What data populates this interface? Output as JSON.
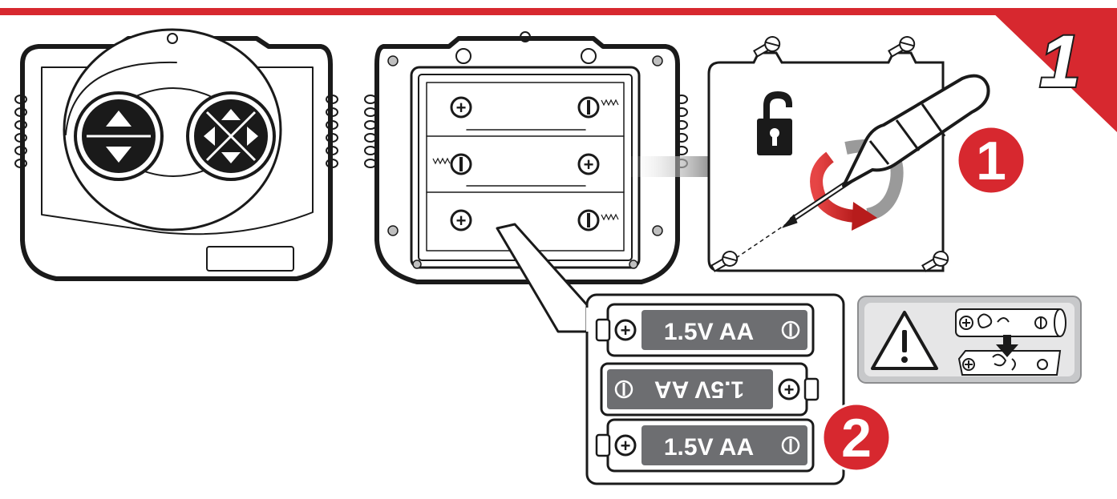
{
  "step_badge": {
    "number": "1",
    "color": "#d7282f"
  },
  "colors": {
    "accent": "#d7282f",
    "battery": "#6d6e71",
    "outline": "#1a1a1a",
    "warning_panel": "#c7c8ca"
  },
  "icons": [
    "controller-front",
    "controller-back",
    "screw-icon",
    "unlock-icon",
    "screwdriver-icon",
    "rotate-arrow-icon",
    "right-arrow-icon",
    "warning-icon",
    "battery-icon"
  ],
  "callouts": {
    "step_one": "1",
    "step_two": "2"
  },
  "compartment": {
    "rows": [
      {
        "left": "+",
        "right": "−"
      },
      {
        "left": "−",
        "right": "+"
      },
      {
        "left": "+",
        "right": "−"
      }
    ]
  },
  "batteries": [
    {
      "label": "1.5V AA",
      "plus": "+",
      "minus": "−",
      "flipped": false
    },
    {
      "label": "1.5V AA",
      "plus": "+",
      "minus": "−",
      "flipped": true
    },
    {
      "label": "1.5V AA",
      "plus": "+",
      "minus": "−",
      "flipped": false
    }
  ]
}
